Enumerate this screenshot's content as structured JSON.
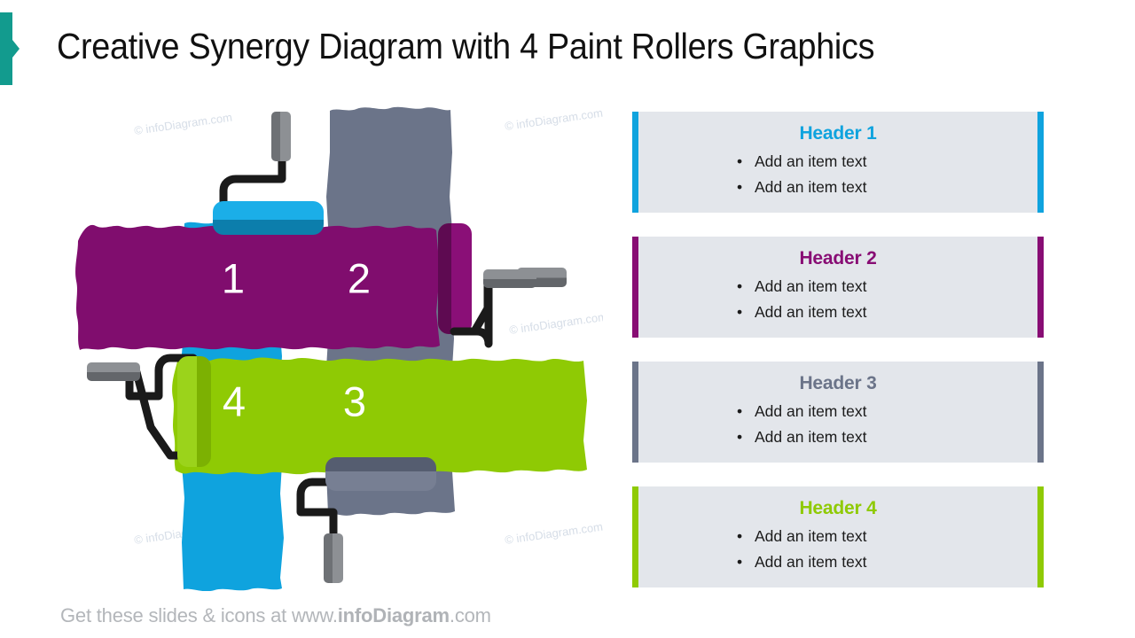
{
  "slide": {
    "title": "Creative Synergy Diagram with 4 Paint Rollers Graphics",
    "background_color": "#FFFFFF",
    "accent_marker_color": "#129B8E"
  },
  "footer": {
    "prefix": "Get these slides & icons at www.",
    "brand": "infoDiagram",
    "suffix": ".com"
  },
  "watermark": {
    "text": "© infoDiagram.com",
    "color": "#C9D3E0"
  },
  "diagram": {
    "type": "paint-roller-synergy-cross",
    "strokes": [
      {
        "id": "stroke-1",
        "number": "1",
        "color": "#0FA3DE",
        "roller_band_color": "#0C7EAC",
        "orientation": "vertical",
        "direction": "top-to-bottom",
        "roller_position": "top"
      },
      {
        "id": "stroke-2",
        "number": "2",
        "color": "#800D6E",
        "roller_band_color": "#5E0A51",
        "orientation": "horizontal",
        "direction": "left-to-right",
        "roller_position": "right"
      },
      {
        "id": "stroke-3",
        "number": "3",
        "color": "#6B7489",
        "roller_band_color": "#555D70",
        "orientation": "vertical",
        "direction": "top-to-bottom",
        "roller_position": "bottom"
      },
      {
        "id": "stroke-4",
        "number": "4",
        "color": "#8FCA04",
        "roller_band_color": "#72A103",
        "orientation": "horizontal",
        "direction": "right-to-left",
        "roller_position": "left"
      }
    ],
    "handle_color": "#1A1A1A",
    "grip_color": "#6E7175",
    "grip_highlight_color": "#8A8D91"
  },
  "panels": [
    {
      "id": "panel-1",
      "header": "Header 1",
      "accent_color": "#0FA3DE",
      "background_color": "#E3E6EB",
      "items": [
        "Add an item text",
        "Add an item text"
      ],
      "bullet": "•"
    },
    {
      "id": "panel-2",
      "header": "Header 2",
      "accent_color": "#880D74",
      "background_color": "#E3E6EB",
      "items": [
        "Add an item text",
        "Add an item text"
      ],
      "bullet": "•"
    },
    {
      "id": "panel-3",
      "header": "Header 3",
      "accent_color": "#6B7489",
      "background_color": "#E3E6EB",
      "items": [
        "Add an item text",
        "Add an item text"
      ],
      "bullet": "•"
    },
    {
      "id": "panel-4",
      "header": "Header 4",
      "accent_color": "#8FCA04",
      "background_color": "#E3E6EB",
      "items": [
        "Add an item text",
        "Add an item text"
      ],
      "bullet": "•"
    }
  ]
}
